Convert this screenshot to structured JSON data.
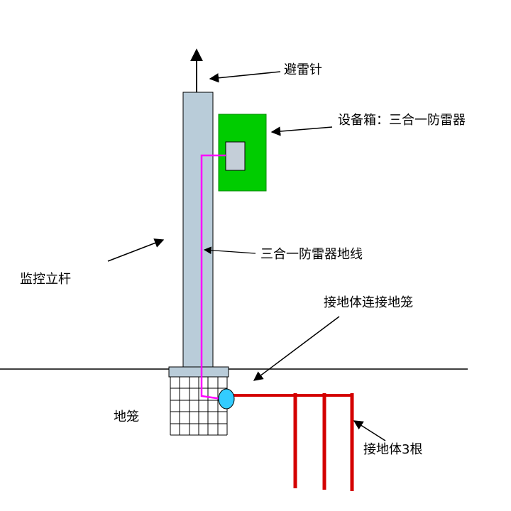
{
  "diagram": {
    "labels": {
      "lightning_rod": "避雷针",
      "equipment_box": "设备箱：三合一防雷器",
      "arrester_ground_wire": "三合一防雷器地线",
      "monitoring_pole": "监控立杆",
      "ground_connector": "接地体连接地笼",
      "ground_cage": "地笼",
      "ground_rods": "接地体3根"
    },
    "colors": {
      "background": "#ffffff",
      "outline": "#000000",
      "pole_fill": "#b9ccd9",
      "equipment_box_fill": "#00cc00",
      "device_fill": "#c4ced8",
      "ground_wire": "#ff00ff",
      "junction_fill": "#33ccff",
      "rod_color": "#d40000"
    }
  }
}
